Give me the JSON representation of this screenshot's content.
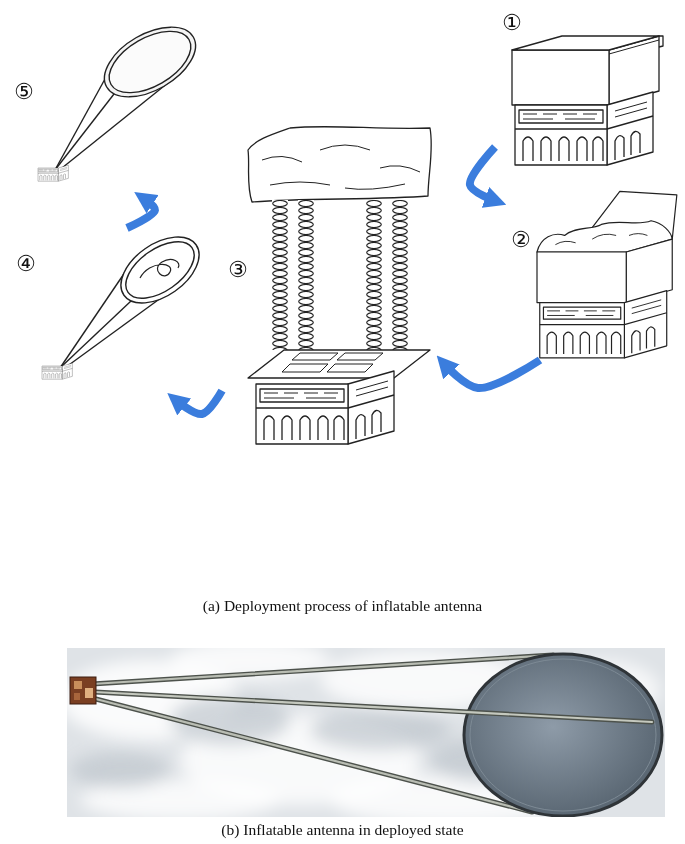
{
  "diagram": {
    "nodes": [
      {
        "text": [
          "①"
        ]
      },
      {
        "text": [
          "②"
        ]
      },
      {
        "text": [
          "③"
        ]
      },
      {
        "text": [
          "④"
        ]
      },
      {
        "text": [
          "⑤"
        ]
      }
    ],
    "edges": [
      {
        "from": 0,
        "to": 1,
        "arrow": "to"
      },
      {
        "from": 1,
        "to": 2,
        "arrow": "to"
      },
      {
        "from": 2,
        "to": 3,
        "arrow": "to"
      },
      {
        "from": 3,
        "to": 4,
        "arrow": "to"
      }
    ],
    "labels": [
      "(a) Deployment process of inflatable antenna",
      "(b) Inflatable antenna in deployed state"
    ]
  }
}
